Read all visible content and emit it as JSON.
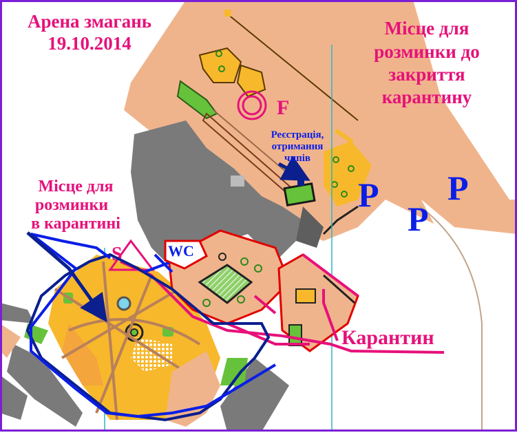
{
  "title": {
    "line1": "Арена змагань",
    "line2": "19.10.2014"
  },
  "warmup_before": {
    "line1": "Місце для",
    "line2": "розминки до",
    "line3": "закриття",
    "line4": "карантину"
  },
  "warmup_quarantine": {
    "line1": "Місце для",
    "line2": "розминки",
    "line3": "в карантині"
  },
  "registration": {
    "line1": "Реєстрація,",
    "line2": "отримання",
    "line3": "чипів"
  },
  "quarantine_label": "Карантин",
  "wc_label": "WC",
  "finish_label": "F",
  "start_label": "S",
  "parking_label": "P",
  "colors": {
    "magenta": "#e6117a",
    "blue": "#0a1ee6",
    "navy": "#0b1f8f",
    "paved": "#f0b48c",
    "building": "#7a7a7a",
    "forest_yellow": "#f7b82c",
    "green": "#66c23a",
    "border": "#7a1fd6"
  }
}
